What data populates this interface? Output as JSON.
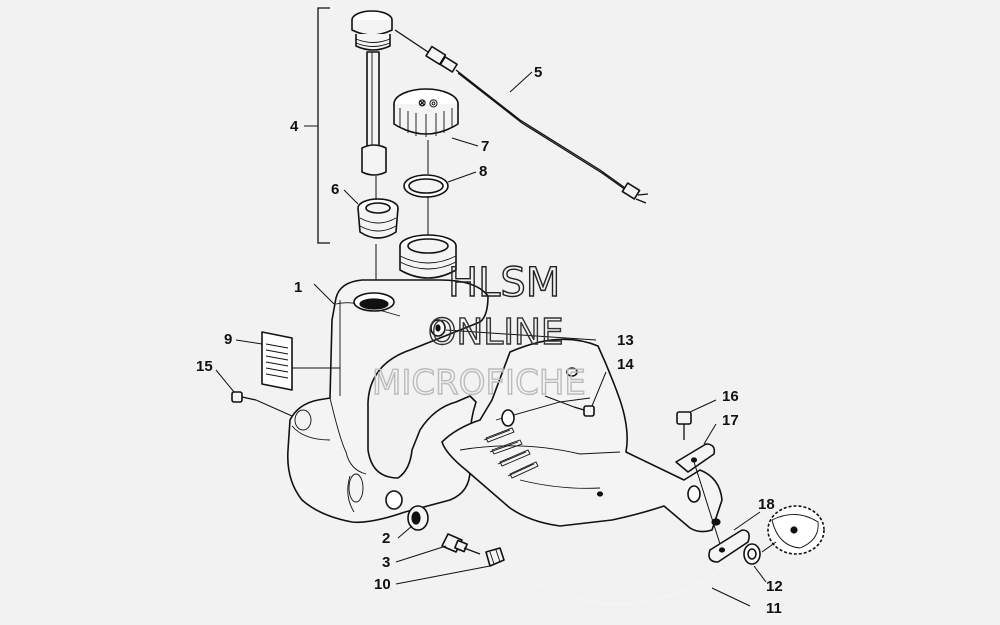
{
  "callouts": {
    "c1": "1",
    "c2": "2",
    "c3": "3",
    "c4": "4",
    "c5": "5",
    "c6": "6",
    "c7": "7",
    "c8": "8",
    "c9": "9",
    "c10": "10",
    "c11": "11",
    "c12": "12",
    "c13": "13",
    "c14": "14",
    "c15": "15",
    "c16": "16",
    "c17": "17",
    "c18": "18"
  },
  "watermark": {
    "line1": "HLSM",
    "line2": "ONLINE",
    "line3": "MICROFICHE"
  },
  "colors": {
    "background": "#f2f2f2",
    "ink": "#111111",
    "watermark_dark": "#222222",
    "watermark_light": "#bbbbbb"
  }
}
